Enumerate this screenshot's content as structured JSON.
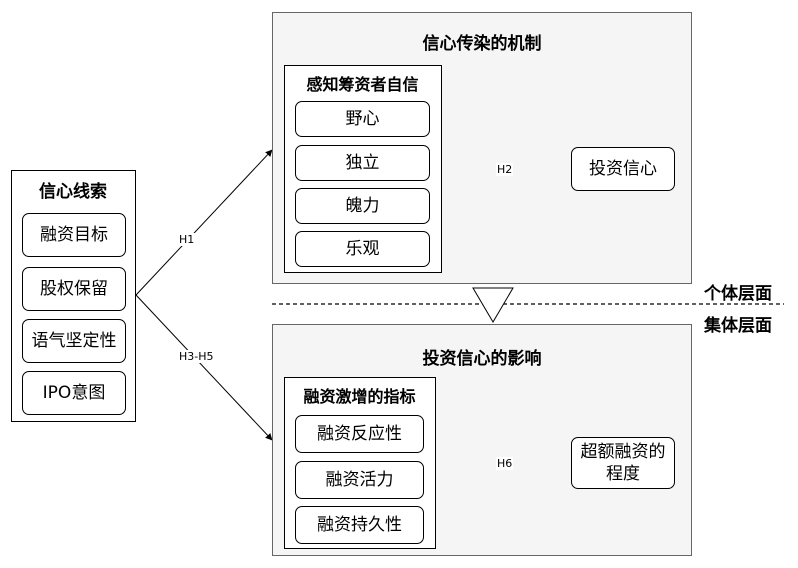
{
  "left_group": {
    "title": "信心线索",
    "items": [
      "融资目标",
      "股权保留",
      "语气坚定性",
      "IPO意图"
    ]
  },
  "top_panel": {
    "title": "信心传染的机制",
    "group_title": "感知筹资者自信",
    "items": [
      "野心",
      "独立",
      "魄力",
      "乐观"
    ],
    "outcome": "投资信心"
  },
  "bottom_panel": {
    "title": "投资信心的影响",
    "group_title": "融资激增的指标",
    "items": [
      "融资反应性",
      "融资活力",
      "融资持久性"
    ],
    "outcome": "超额融资的\n程度"
  },
  "edges": {
    "h1": "H1",
    "h2": "H2",
    "h3_h5": "H3-H5",
    "h6": "H6"
  },
  "layers": {
    "individual": "个体层面",
    "collective": "集体层面"
  }
}
